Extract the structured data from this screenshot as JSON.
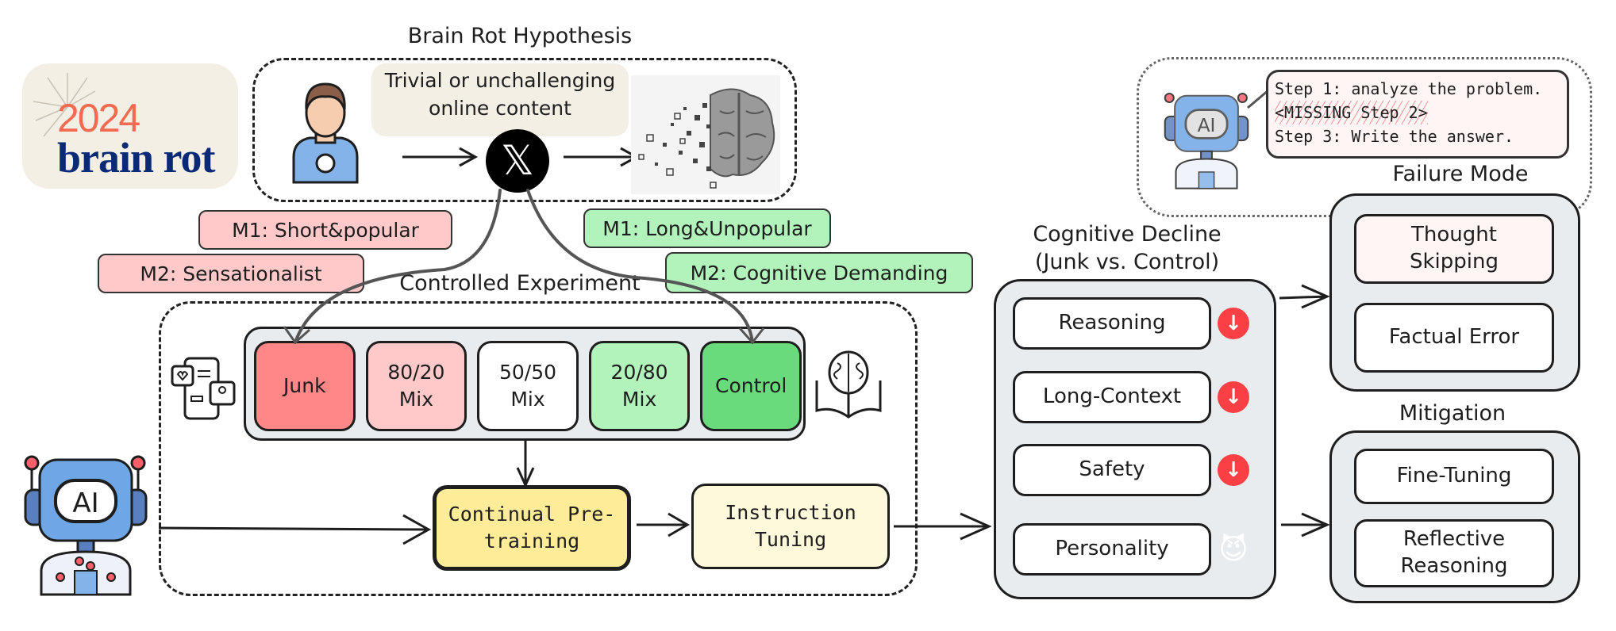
{
  "logo": {
    "year": "2024",
    "text": "brain rot"
  },
  "hypothesis": {
    "title": "Brain Rot Hypothesis",
    "caption_line1": "Trivial or unchallenging",
    "caption_line2": "online content",
    "x_logo": "𝕏"
  },
  "junk_tags": [
    "M1: Short&popular",
    "M2: Sensationalist"
  ],
  "control_tags": [
    "M1: Long&Unpopular",
    "M2: Cognitive Demanding"
  ],
  "experiment": {
    "title": "Controlled Experiment",
    "mixes": [
      {
        "line1": "Junk",
        "line2": "",
        "color": "#ff8787"
      },
      {
        "line1": "80/20",
        "line2": "Mix",
        "color": "#ffc9c9"
      },
      {
        "line1": "50/50",
        "line2": "Mix",
        "color": "#ffffff"
      },
      {
        "line1": "20/80",
        "line2": "Mix",
        "color": "#b2f2bb"
      },
      {
        "line1": "Control",
        "line2": "",
        "color": "#69db7c"
      }
    ],
    "pretrain_line1": "Continual Pre-",
    "pretrain_line2": "training",
    "instruct_line1": "Instruction",
    "instruct_line2": "Tuning",
    "robot_label": "AI"
  },
  "decline": {
    "title_line1": "Cognitive Decline",
    "title_line2": "(Junk vs. Control)",
    "items": [
      {
        "label": "Reasoning",
        "indicator": "↓"
      },
      {
        "label": "Long-Context",
        "indicator": "↓"
      },
      {
        "label": "Safety",
        "indicator": "↓"
      },
      {
        "label": "Personality",
        "indicator": "😈"
      }
    ]
  },
  "failure": {
    "title": "Failure Mode",
    "items": [
      {
        "line1": "Thought",
        "line2": "Skipping"
      },
      {
        "line1": "Factual Error",
        "line2": ""
      }
    ],
    "speech": {
      "step1": "Step 1: analyze the problem.",
      "step2": "<MISSING Step 2>",
      "step3": "Step 3: Write the answer."
    },
    "robot_label": "AI"
  },
  "mitigation": {
    "title": "Mitigation",
    "items": [
      {
        "line1": "Fine-Tuning",
        "line2": ""
      },
      {
        "line1": "Reflective",
        "line2": "Reasoning"
      }
    ]
  }
}
